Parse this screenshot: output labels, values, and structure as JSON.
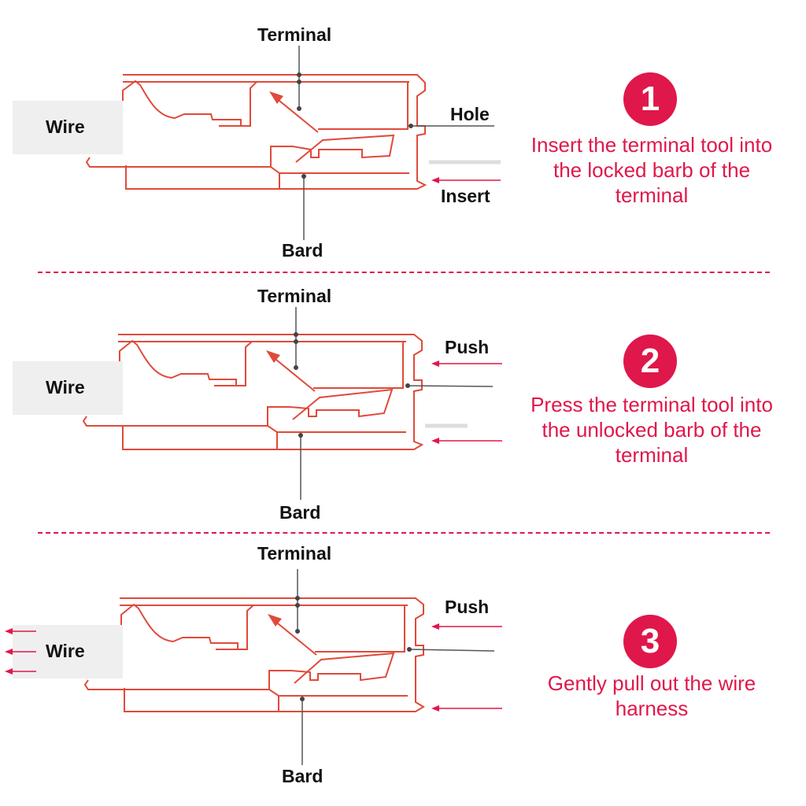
{
  "colors": {
    "accent": "#e0174a",
    "drawing": "#e04a3a",
    "leader": "#444444",
    "wire_fill": "#efefef"
  },
  "steps": [
    {
      "number": "1",
      "description": "Insert the terminal tool into the locked barb of the terminal",
      "labels": {
        "terminal": "Terminal",
        "wire": "Wire",
        "bard": "Bard",
        "hole": "Hole",
        "insert": "Insert"
      }
    },
    {
      "number": "2",
      "description": "Press the terminal tool into the unlocked barb of the terminal",
      "labels": {
        "terminal": "Terminal",
        "wire": "Wire",
        "bard": "Bard",
        "push": "Push"
      }
    },
    {
      "number": "3",
      "description": "Gently pull out the wire harness",
      "labels": {
        "terminal": "Terminal",
        "wire": "Wire",
        "bard": "Bard",
        "push": "Push"
      }
    }
  ]
}
